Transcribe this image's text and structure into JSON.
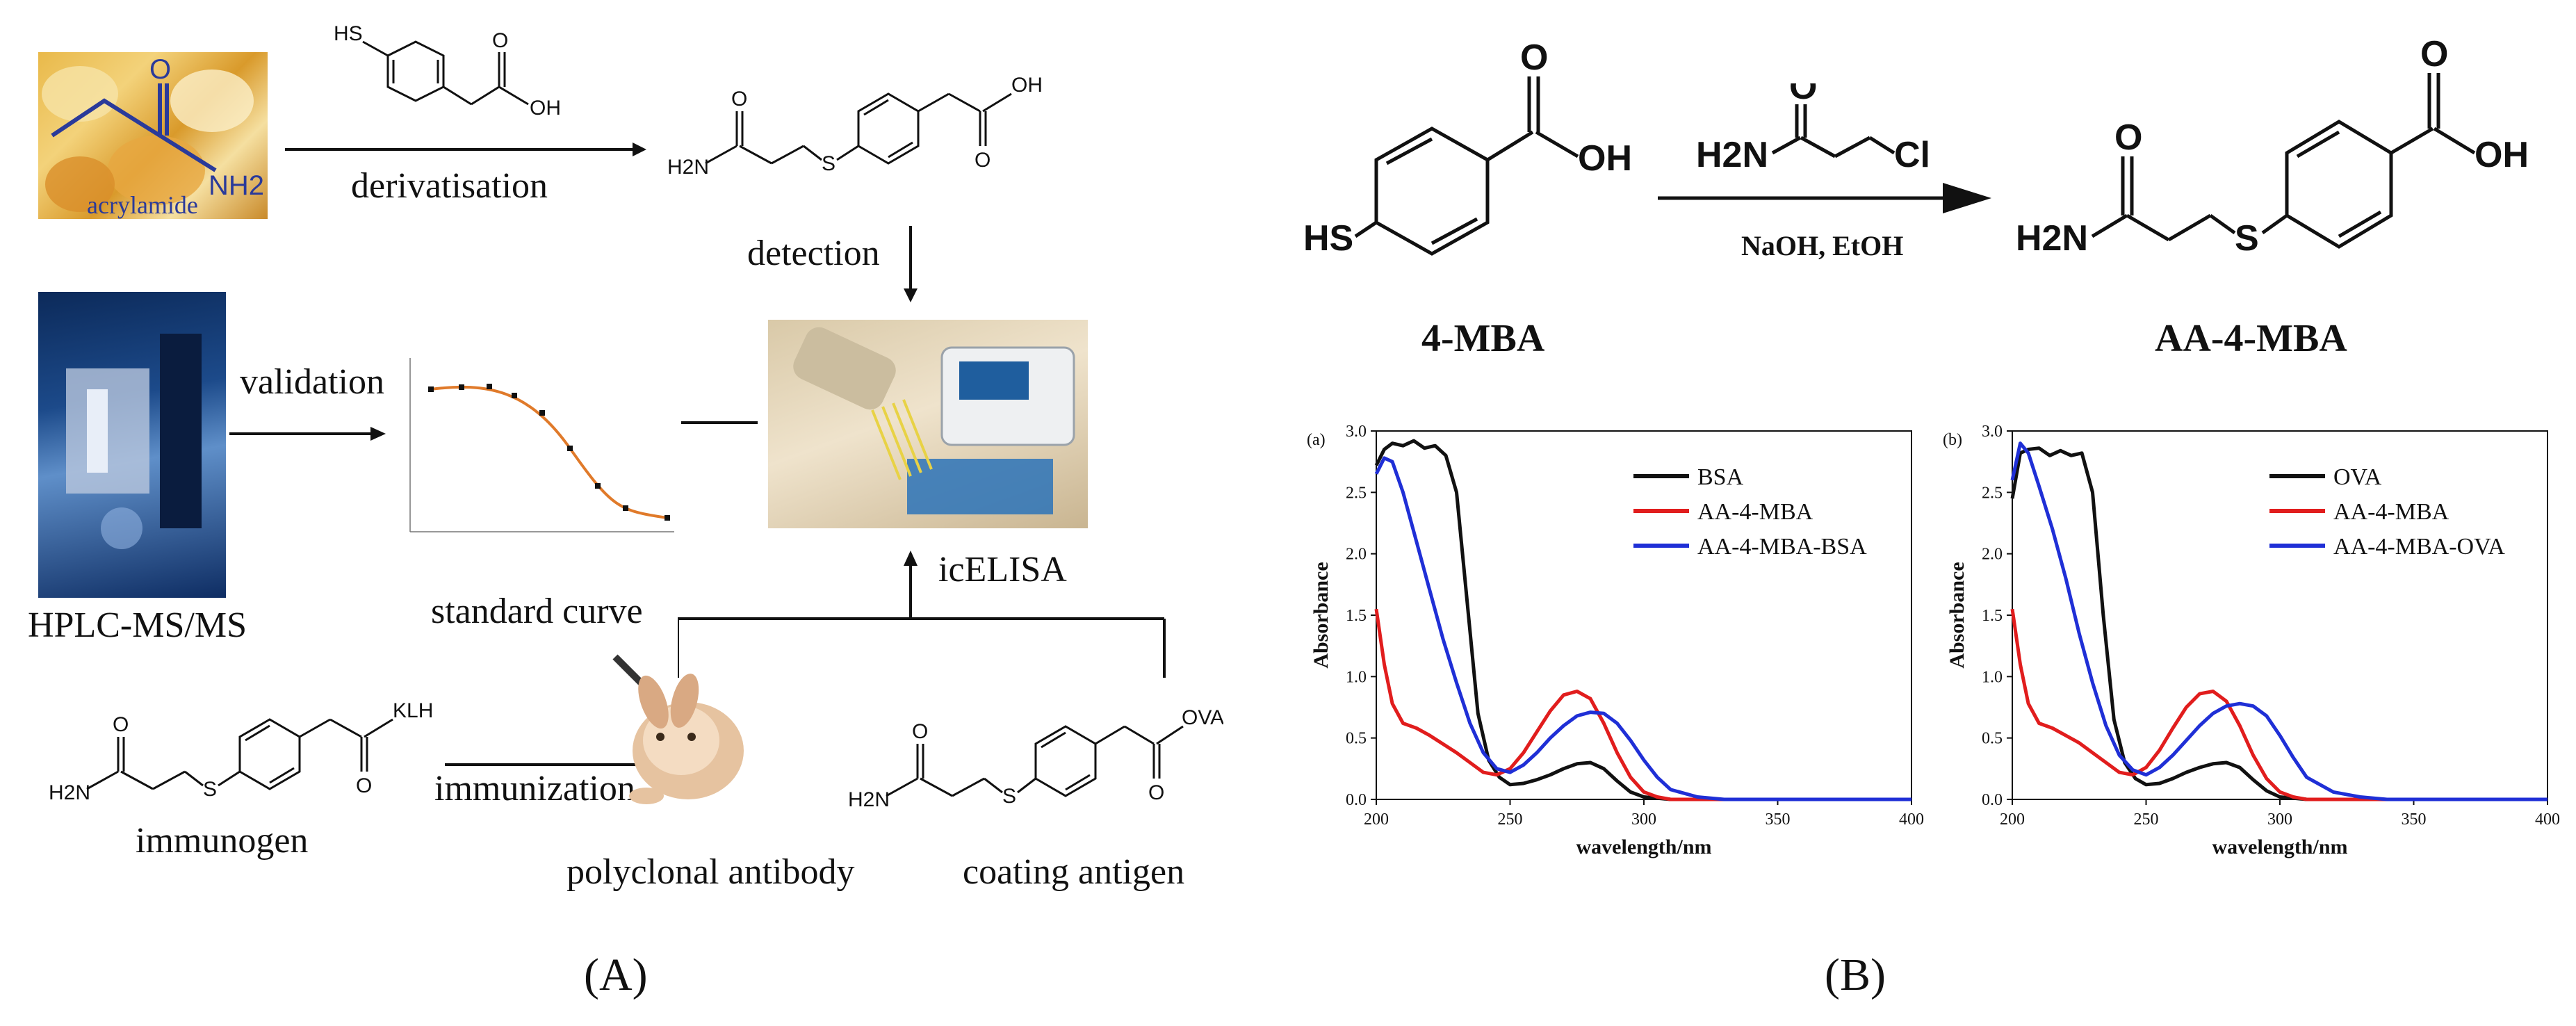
{
  "panelA": {
    "acrylamide_label": "acrylamide",
    "derivatisation": "derivatisation",
    "detection": "detection",
    "validation": "validation",
    "hplc": "HPLC-MS/MS",
    "standard_curve": "standard curve",
    "icelisa": "icELISA",
    "immunization": "immunization",
    "immunogen": "immunogen",
    "polyclonal": "polyclonal antibody",
    "coating": "coating antigen",
    "caption": "(A)",
    "chem": {
      "hs": "HS",
      "oh": "OH",
      "o": "O",
      "h2n": "H2N",
      "s": "S",
      "nh2": "NH2",
      "klh": "KLH",
      "ova": "OVA"
    }
  },
  "panelB": {
    "caption": "(B)",
    "reactant_name": "4-MBA",
    "product_name": "AA-4-MBA",
    "reagent": "Cl",
    "conditions": "NaOH, EtOH",
    "hs": "HS",
    "oh": "OH",
    "o": "O",
    "h2n": "H2N",
    "s": "S"
  },
  "colors": {
    "bsa": "#111111",
    "aa4mba": "#e11d1d",
    "conj": "#1f2fd6"
  },
  "chart_data": [
    {
      "type": "line",
      "panel_label": "(a)",
      "xlabel": "wavelength/nm",
      "ylabel": "Absorbance",
      "xlim": [
        200,
        400
      ],
      "ylim": [
        0,
        3.0
      ],
      "xticks": [
        200,
        250,
        300,
        350,
        400
      ],
      "yticks": [
        0.0,
        0.5,
        1.0,
        1.5,
        2.0,
        2.5,
        3.0
      ],
      "legend": "top-right",
      "series": [
        {
          "name": "BSA",
          "color": "#111111",
          "x": [
            200,
            203,
            206,
            210,
            214,
            218,
            222,
            226,
            230,
            234,
            238,
            242,
            246,
            250,
            255,
            260,
            265,
            270,
            275,
            280,
            285,
            290,
            295,
            300,
            310,
            320,
            400
          ],
          "y": [
            2.72,
            2.85,
            2.9,
            2.88,
            2.92,
            2.86,
            2.88,
            2.8,
            2.5,
            1.6,
            0.7,
            0.32,
            0.18,
            0.12,
            0.13,
            0.16,
            0.2,
            0.25,
            0.29,
            0.3,
            0.25,
            0.15,
            0.06,
            0.02,
            0.0,
            0.0,
            0.0
          ]
        },
        {
          "name": "AA-4-MBA",
          "color": "#e11d1d",
          "x": [
            200,
            203,
            206,
            210,
            215,
            220,
            225,
            230,
            235,
            240,
            245,
            250,
            255,
            260,
            265,
            270,
            275,
            280,
            285,
            290,
            295,
            300,
            305,
            310,
            320,
            400
          ],
          "y": [
            1.55,
            1.1,
            0.78,
            0.62,
            0.58,
            0.52,
            0.45,
            0.38,
            0.3,
            0.22,
            0.2,
            0.25,
            0.38,
            0.55,
            0.72,
            0.85,
            0.88,
            0.82,
            0.62,
            0.38,
            0.18,
            0.06,
            0.02,
            0.0,
            0.0,
            0.0
          ]
        },
        {
          "name": "AA-4-MBA-BSA",
          "color": "#1f2fd6",
          "x": [
            200,
            203,
            206,
            210,
            215,
            220,
            225,
            230,
            235,
            240,
            245,
            250,
            255,
            260,
            265,
            270,
            275,
            280,
            285,
            290,
            295,
            300,
            305,
            310,
            320,
            330,
            340,
            400
          ],
          "y": [
            2.65,
            2.78,
            2.75,
            2.5,
            2.1,
            1.7,
            1.3,
            0.95,
            0.62,
            0.38,
            0.25,
            0.22,
            0.28,
            0.38,
            0.5,
            0.6,
            0.68,
            0.71,
            0.7,
            0.62,
            0.48,
            0.32,
            0.18,
            0.08,
            0.02,
            0.0,
            0.0,
            0.0
          ]
        }
      ]
    },
    {
      "type": "line",
      "panel_label": "(b)",
      "xlabel": "wavelength/nm",
      "ylabel": "Absorbance",
      "xlim": [
        200,
        400
      ],
      "ylim": [
        0,
        3.0
      ],
      "xticks": [
        200,
        250,
        300,
        350,
        400
      ],
      "yticks": [
        0.0,
        0.5,
        1.0,
        1.5,
        2.0,
        2.5,
        3.0
      ],
      "legend": "top-right",
      "series": [
        {
          "name": "OVA",
          "color": "#111111",
          "x": [
            200,
            203,
            206,
            210,
            214,
            218,
            222,
            226,
            230,
            234,
            238,
            242,
            246,
            250,
            255,
            260,
            265,
            270,
            275,
            280,
            285,
            290,
            295,
            300,
            310,
            320,
            400
          ],
          "y": [
            2.45,
            2.82,
            2.85,
            2.86,
            2.8,
            2.84,
            2.8,
            2.82,
            2.5,
            1.5,
            0.65,
            0.3,
            0.17,
            0.12,
            0.13,
            0.17,
            0.22,
            0.26,
            0.29,
            0.3,
            0.26,
            0.16,
            0.07,
            0.02,
            0.0,
            0.0,
            0.0
          ]
        },
        {
          "name": "AA-4-MBA",
          "color": "#e11d1d",
          "x": [
            200,
            203,
            206,
            210,
            215,
            220,
            225,
            230,
            235,
            240,
            245,
            250,
            255,
            260,
            265,
            270,
            275,
            280,
            285,
            290,
            295,
            300,
            305,
            310,
            320,
            400
          ],
          "y": [
            1.55,
            1.1,
            0.78,
            0.62,
            0.58,
            0.52,
            0.46,
            0.38,
            0.3,
            0.22,
            0.2,
            0.26,
            0.4,
            0.58,
            0.75,
            0.86,
            0.88,
            0.8,
            0.6,
            0.36,
            0.17,
            0.06,
            0.02,
            0.0,
            0.0,
            0.0
          ]
        },
        {
          "name": "AA-4-MBA-OVA",
          "color": "#1f2fd6",
          "x": [
            200,
            203,
            206,
            210,
            215,
            220,
            225,
            230,
            235,
            240,
            245,
            250,
            255,
            260,
            265,
            270,
            275,
            280,
            285,
            290,
            295,
            300,
            305,
            310,
            320,
            330,
            340,
            400
          ],
          "y": [
            2.6,
            2.9,
            2.82,
            2.55,
            2.2,
            1.8,
            1.35,
            0.95,
            0.6,
            0.36,
            0.24,
            0.2,
            0.26,
            0.36,
            0.48,
            0.6,
            0.7,
            0.76,
            0.78,
            0.76,
            0.68,
            0.52,
            0.34,
            0.18,
            0.06,
            0.02,
            0.0,
            0.0
          ]
        }
      ]
    }
  ]
}
